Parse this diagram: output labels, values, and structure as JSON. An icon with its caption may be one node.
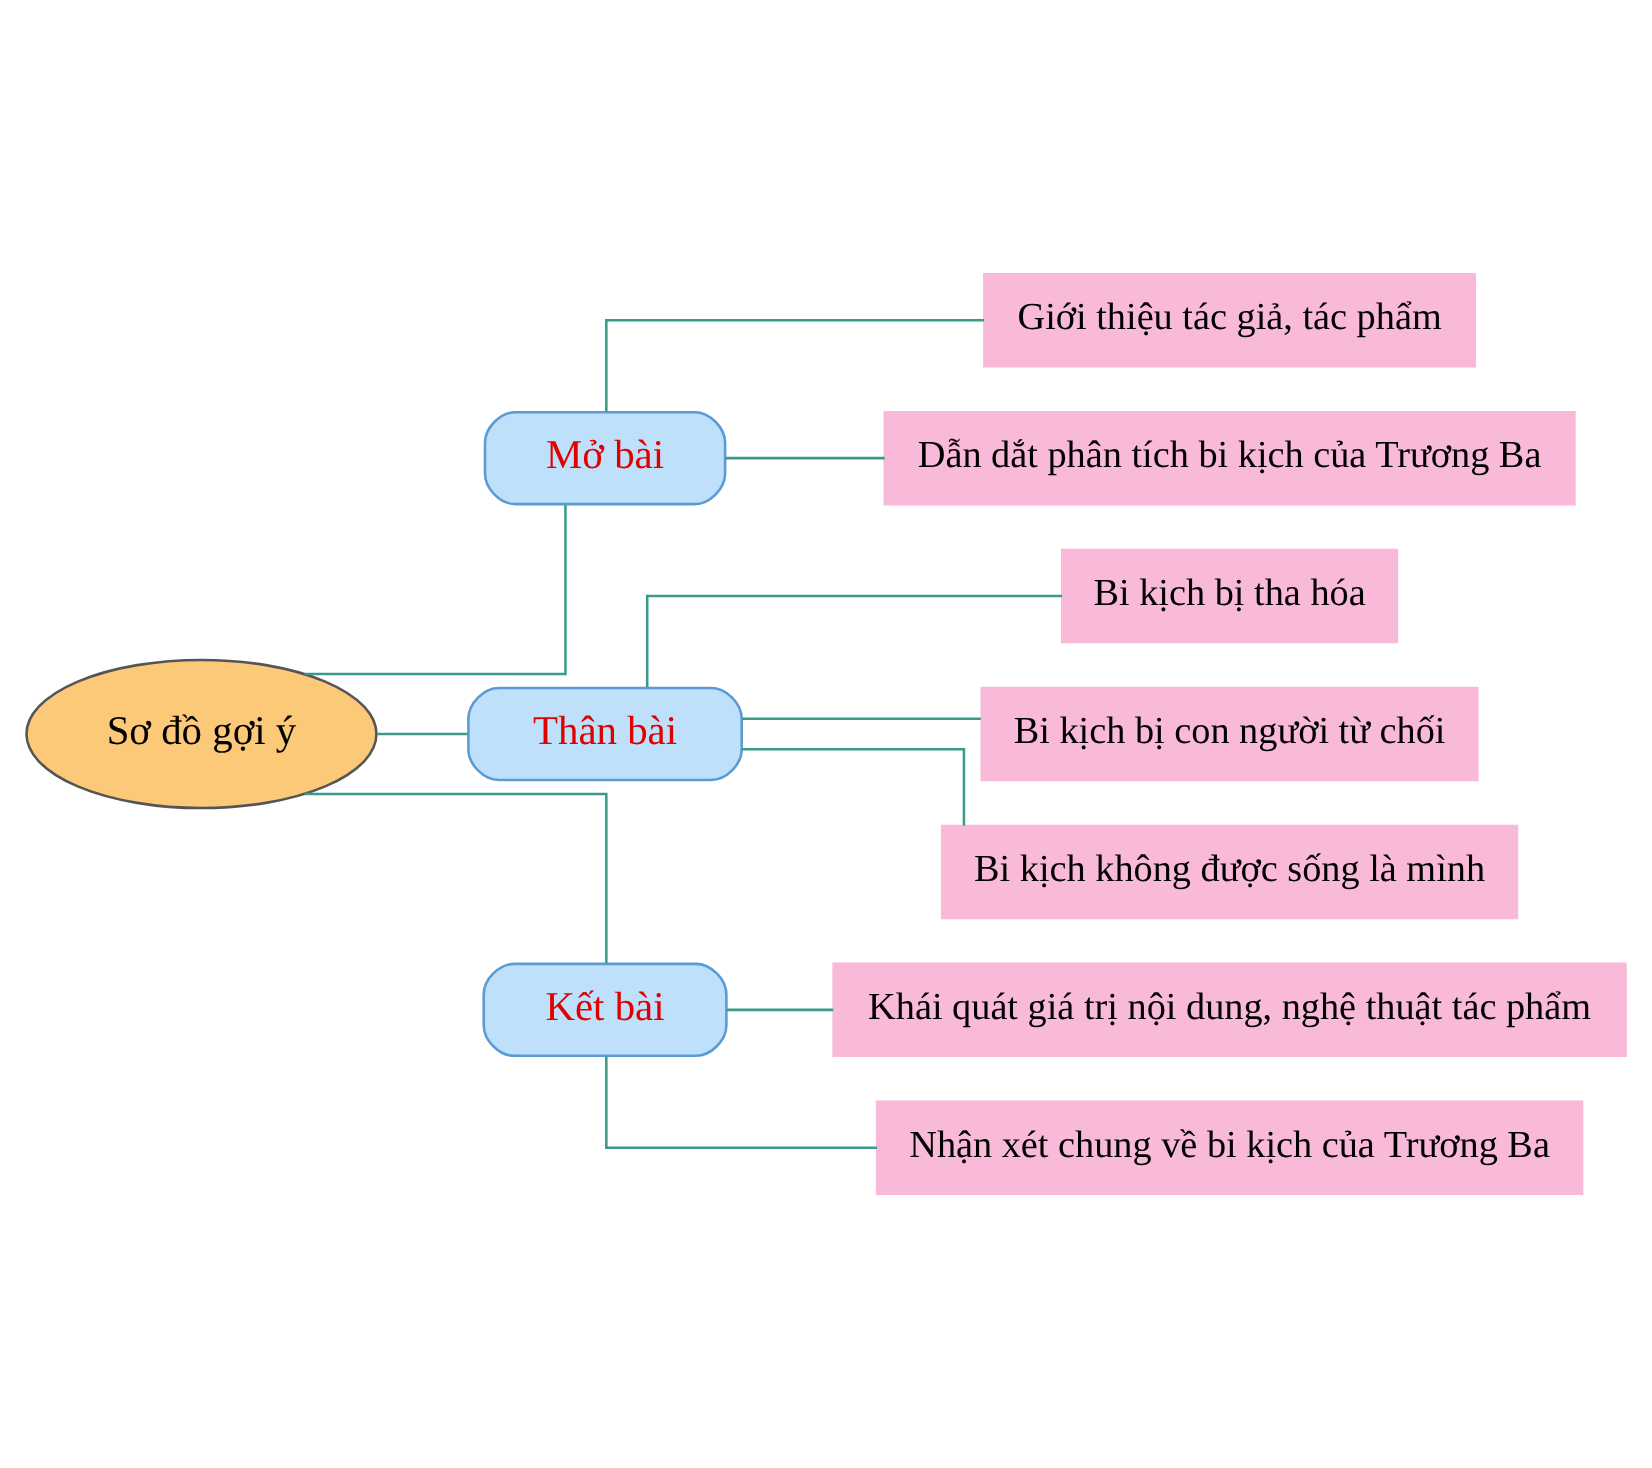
{
  "diagram": {
    "nodes": [
      {
        "text": [
          "Sơ đồ gợi ý"
        ]
      },
      {
        "text": [
          "Mở bài"
        ]
      },
      {
        "text": [
          "Giới thiệu tác giả, tác phẩm"
        ]
      },
      {
        "text": [
          "Dẫn dắt phân tích bi kịch của Trương Ba"
        ]
      },
      {
        "text": [
          "Thân bài"
        ]
      },
      {
        "text": [
          "Bi kịch bị tha hóa"
        ]
      },
      {
        "text": [
          "Bi kịch bị con người từ chối"
        ]
      },
      {
        "text": [
          "Bi kịch không được sống là mình"
        ]
      },
      {
        "text": [
          "Kết bài"
        ]
      },
      {
        "text": [
          "Khái quát giá trị nội dung, nghệ thuật tác phẩm"
        ]
      },
      {
        "text": [
          "Nhận xét chung về bi kịch của Trương Ba"
        ]
      }
    ],
    "edges": [
      {
        "from": 0,
        "to": 1,
        "arrow": "none"
      },
      {
        "from": 1,
        "to": 2,
        "arrow": "none"
      },
      {
        "from": 1,
        "to": 3,
        "arrow": "none"
      },
      {
        "from": 0,
        "to": 4,
        "arrow": "none"
      },
      {
        "from": 4,
        "to": 5,
        "arrow": "none"
      },
      {
        "from": 4,
        "to": 6,
        "arrow": "none"
      },
      {
        "from": 4,
        "to": 7,
        "arrow": "none"
      },
      {
        "from": 0,
        "to": 8,
        "arrow": "none"
      },
      {
        "from": 8,
        "to": 9,
        "arrow": "none"
      },
      {
        "from": 8,
        "to": 10,
        "arrow": "none"
      }
    ]
  }
}
